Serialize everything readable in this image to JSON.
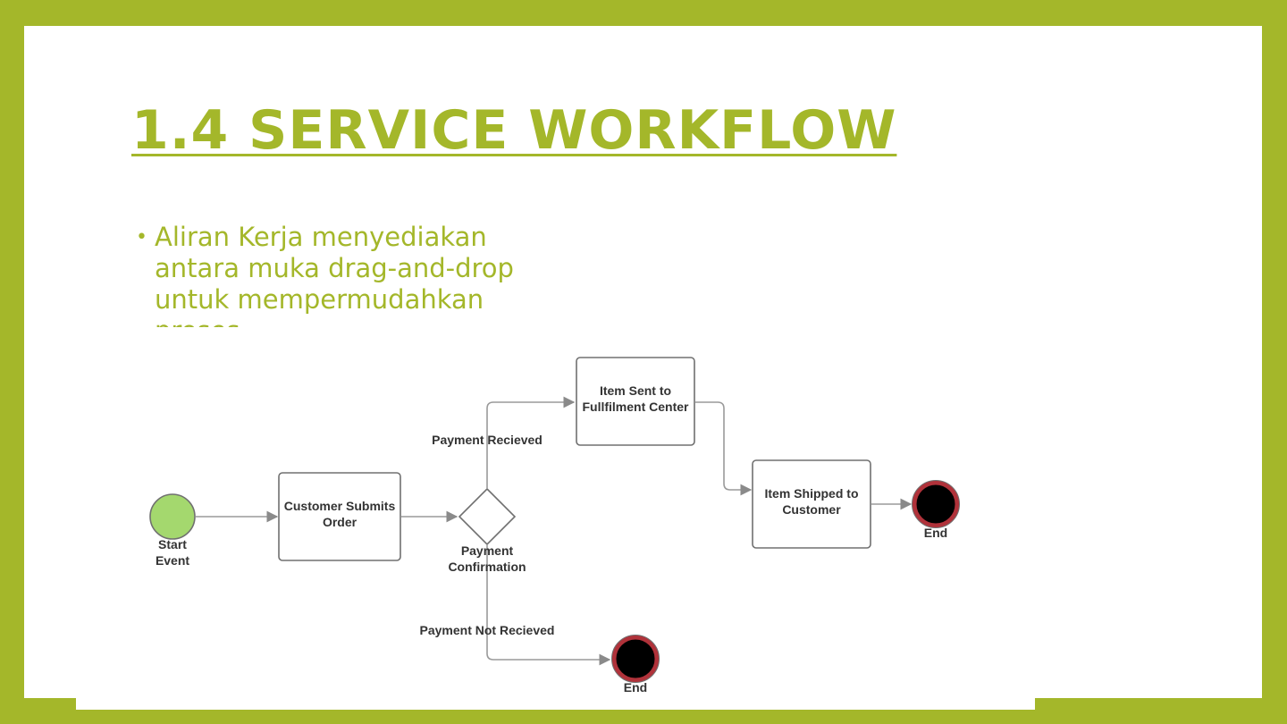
{
  "slide": {
    "title": "1.4 SERVICE WORKFLOW",
    "bullet": "Aliran Kerja menyediakan antara muka drag-and-drop untuk mempermudahkan proses"
  },
  "colors": {
    "accent": "#a4b72a",
    "start_fill": "#a4d86e",
    "end_ring": "#b0323a"
  },
  "diagram": {
    "start": {
      "line1": "Start",
      "line2": "Event"
    },
    "submit": {
      "line1": "Customer Submits",
      "line2": "Order"
    },
    "gateway": {
      "line1": "Payment",
      "line2": "Confirmation"
    },
    "label_received": "Payment Recieved",
    "label_not_received": "Payment Not Recieved",
    "sent": {
      "line1": "Item Sent to",
      "line2": "Fullfilment Center"
    },
    "shipped": {
      "line1": "Item Shipped to",
      "line2": "Customer"
    },
    "end_top": "End",
    "end_bottom": "End"
  }
}
